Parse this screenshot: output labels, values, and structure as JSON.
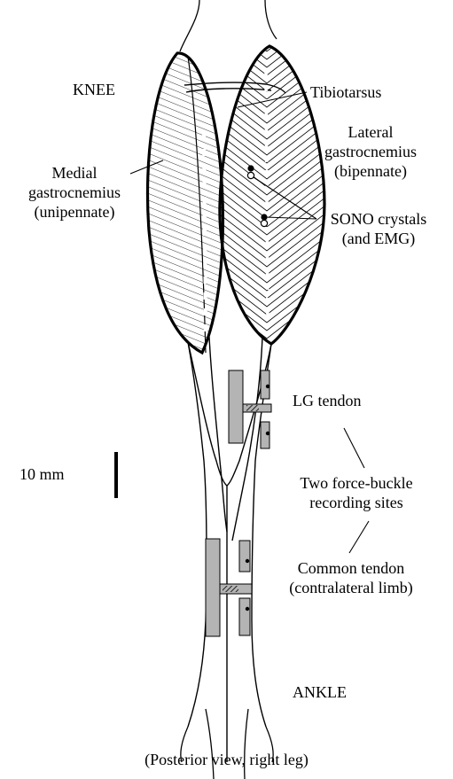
{
  "labels": {
    "knee": "KNEE",
    "tibiotarsus": "Tibiotarsus",
    "lateral_gastrocnemius": {
      "line1": "Lateral",
      "line2": "gastrocnemius",
      "line3": "(bipennate)"
    },
    "medial_gastrocnemius": {
      "line1": "Medial",
      "line2": "gastrocnemius",
      "line3": "(unipennate)"
    },
    "sono_crystals": {
      "line1": "SONO crystals",
      "line2": "(and EMG)"
    },
    "lg_tendon": "LG tendon",
    "scale_bar": "10 mm",
    "force_buckle": {
      "line1": "Two force-buckle",
      "line2": "recording sites"
    },
    "common_tendon": {
      "line1": "Common tendon",
      "line2": "(contralateral limb)"
    },
    "ankle": "ANKLE",
    "caption": "(Posterior view, right leg)"
  },
  "colors": {
    "ink": "#000000",
    "buckle_fill": "#b4b4b4",
    "background": "#ffffff"
  }
}
